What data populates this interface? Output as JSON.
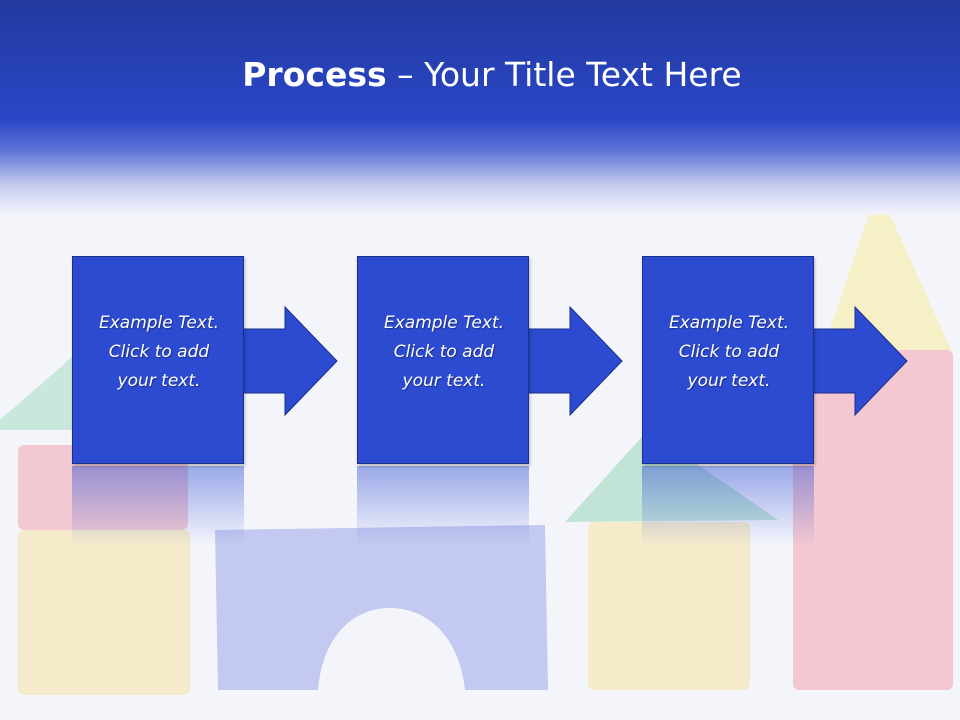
{
  "slide": {
    "title_bold": "Process",
    "title_rest": " – Your Title Text Here"
  },
  "steps": [
    {
      "line1": "Example Text.",
      "line2": "Click  to add",
      "line3": "your text."
    },
    {
      "line1": "Example Text.",
      "line2": "Click  to add",
      "line3": "your text."
    },
    {
      "line1": "Example Text.",
      "line2": "Click  to add",
      "line3": "your text."
    }
  ],
  "colors": {
    "header_blue": "#2a47c6",
    "box_blue": "#2c4bd1",
    "block_yellow": "#f4eac8",
    "block_red": "#f2c6d0",
    "block_green": "#bfe2d4",
    "block_blue": "#c3c9f0"
  }
}
